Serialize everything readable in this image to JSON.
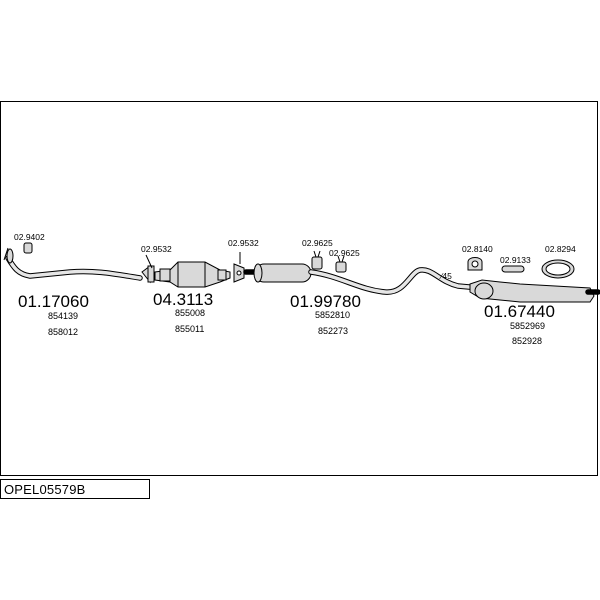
{
  "vehicle_code": "OPEL05579B",
  "parts": [
    {
      "number": "01.17060",
      "refs": [
        "854139",
        "858012"
      ]
    },
    {
      "number": "04.3113",
      "refs": [
        "855008",
        "855011"
      ]
    },
    {
      "number": "01.99780",
      "refs": [
        "5852810",
        "852273"
      ]
    },
    {
      "number": "01.67440",
      "refs": [
        "5852969",
        "852928"
      ]
    }
  ],
  "accessories": [
    "02.9402",
    "02.9532",
    "02.9532",
    "02.9625",
    "02.9625",
    "02.8140",
    "02.9133",
    "02.8294"
  ],
  "pipe_diameter_label": "∕45",
  "colors": {
    "line": "#000000",
    "part_fill": "#d9d9d9",
    "background": "#ffffff"
  }
}
